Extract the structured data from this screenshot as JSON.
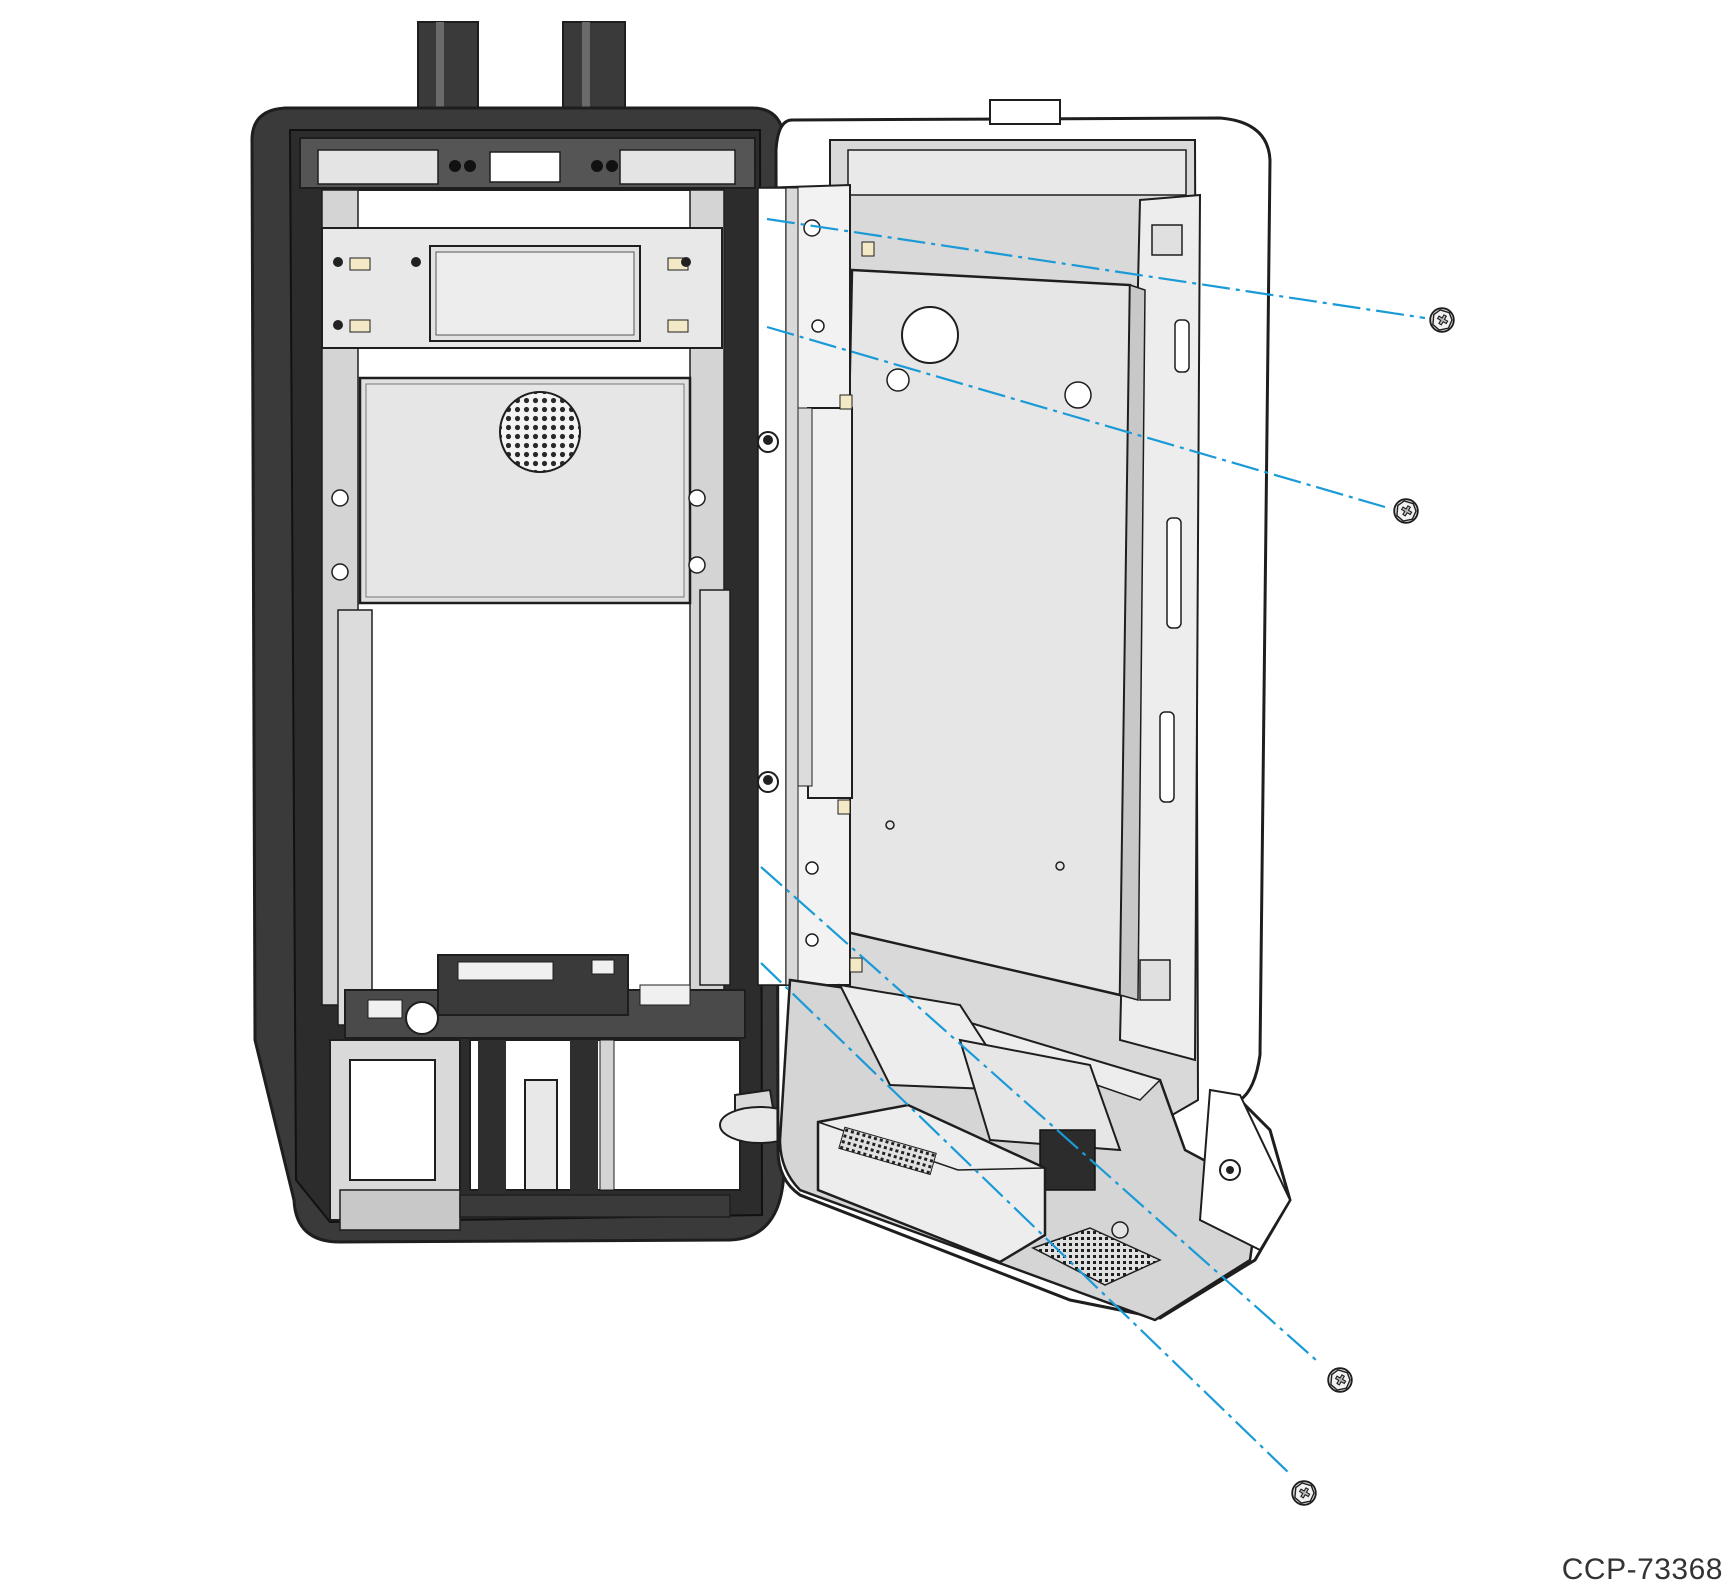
{
  "figure": {
    "id_label": "CCP-73368"
  },
  "colors": {
    "leader_line": "#1a9ad6",
    "outline": "#1e1e1e",
    "frame_dark": "#3a3a3a",
    "panel_light": "#e6e6e6",
    "panel_mid": "#cfcfcf",
    "door_white": "#ffffff"
  },
  "parts": {
    "screws": [
      {
        "name": "screw-top-1"
      },
      {
        "name": "screw-top-2"
      },
      {
        "name": "screw-bottom-1"
      },
      {
        "name": "screw-bottom-2"
      }
    ]
  }
}
